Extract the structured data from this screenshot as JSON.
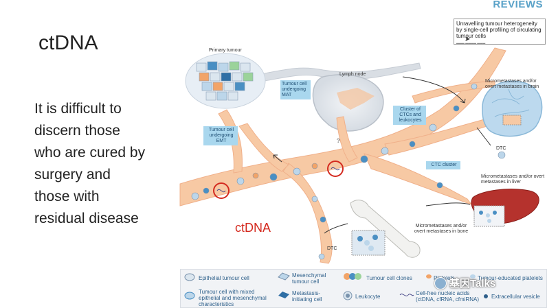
{
  "slide": {
    "title": "ctDNA",
    "bullet_lines": [
      "It is difficult to",
      "discern those",
      "who are cured by",
      "surgery and",
      "those with",
      "residual disease"
    ]
  },
  "journal": {
    "label": "REVIEWS"
  },
  "paper": {
    "title": "Unravelling tumour heterogeneity by single-cell profiling of circulating tumour cells"
  },
  "diagram": {
    "primary_tumour": "Primary tumour",
    "lymph_node": "Lymph node",
    "mat_label": "Tumour cell undergoing MAT",
    "emt_label": "Tumour cell undergoing EMT",
    "cluster_ctc_leuko": "Cluster of CTCs and leukocytes",
    "ctc_cluster": "CTC cluster",
    "brain_label": "Micrometastases and/or overt metastases in brain",
    "liver_label": "Micrometastases and/or overt metastases in liver",
    "bone_label": "Micrometastases and/or overt metastases in bone",
    "dtc_1": "DTC",
    "dtc_2": "DTC",
    "question": "?",
    "ctdna_label": "ctDNA"
  },
  "legend": {
    "epithelial": "Epithelial tumour cell",
    "mesenchymal": "Mesenchymal tumour cell",
    "clones": "Tumour cell clones",
    "platelets": "Platelets",
    "tumour_platelets": "Tumour-educated platelets",
    "mixed": "Tumour cell with mixed epithelial and mesenchymal characteristics",
    "metastasis_init": "Metastasis-initiating cell",
    "leukocyte": "Leukocyte",
    "nucleic": "Cell-free nucleic acids (ctDNA, cfRNA, cfmiRNA)",
    "vesicle": "Extracellular vesicle"
  },
  "watermark": {
    "text": "基因Talks"
  },
  "colors": {
    "vessel": "#f7c9a4",
    "vessel_stroke": "#f0b08a",
    "lymph": "#d9dee4",
    "label_box": "#a9d7ee",
    "ctdna_red": "#d42a1f",
    "liver": "#b5322d",
    "brain": "#bcd9ee",
    "cell_blue": "#4a8fc3"
  }
}
